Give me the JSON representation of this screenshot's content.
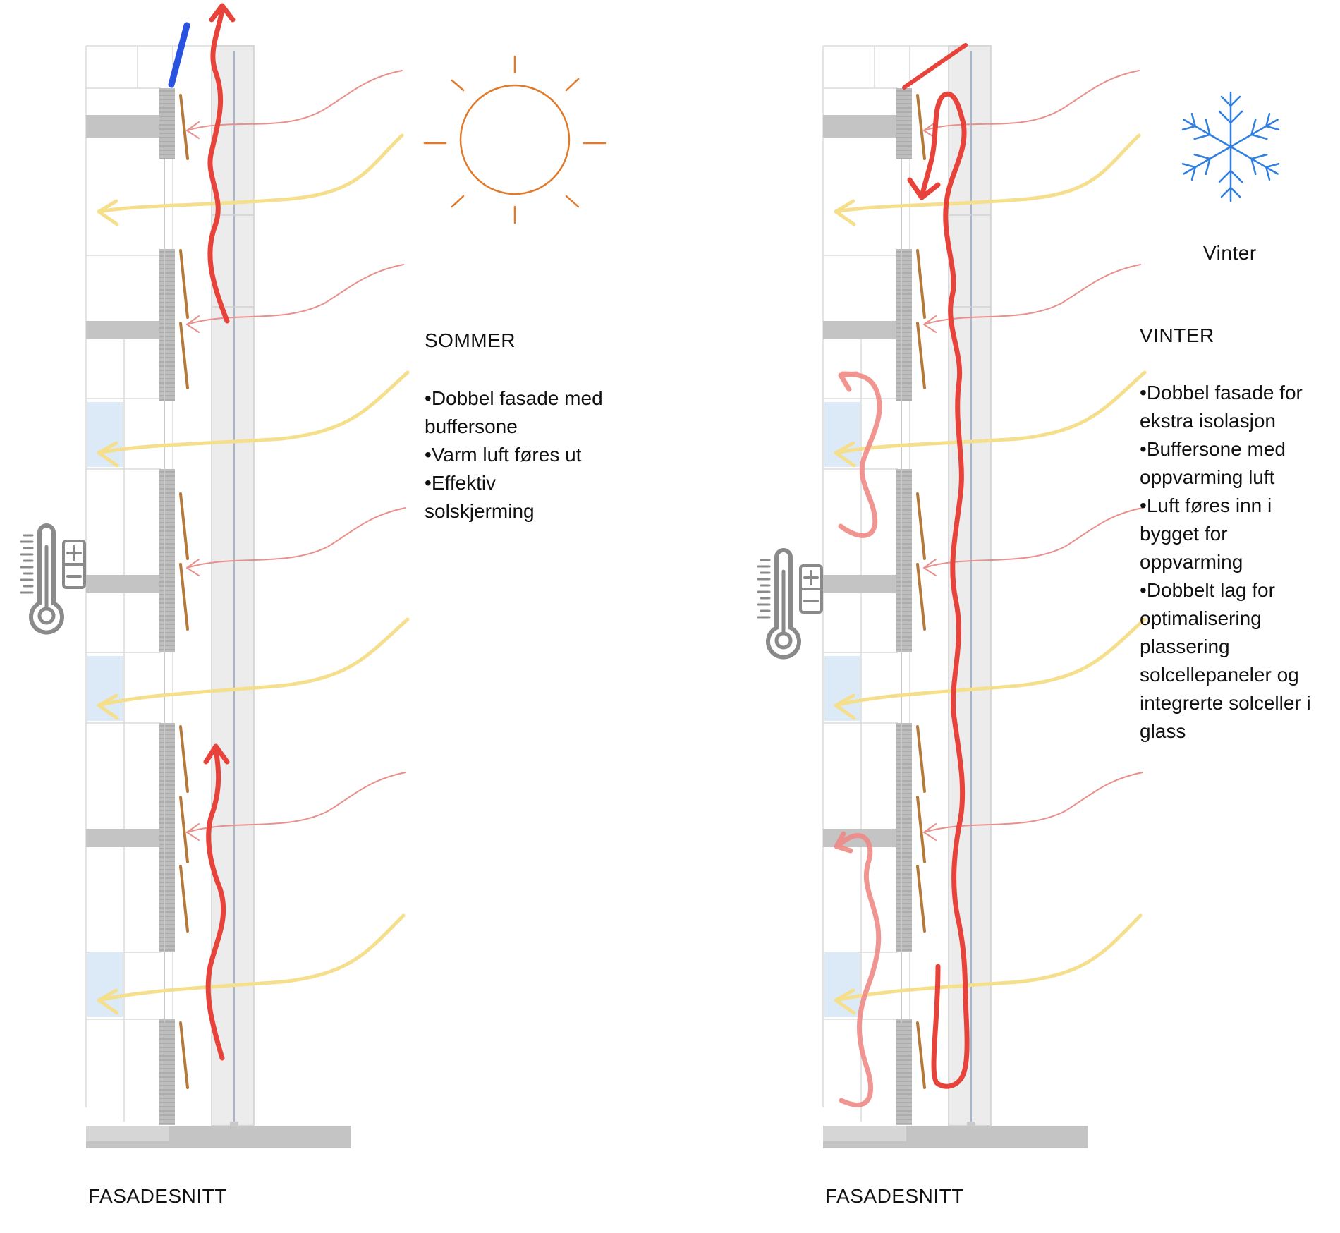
{
  "summer": {
    "heading": "SOMMER",
    "bullets": [
      "Dobbel fasade med buffersone",
      "Varm luft føres ut",
      "Effektiv solskjerming"
    ],
    "caption": "FASADESNITT"
  },
  "winter": {
    "season_label": "Vinter",
    "heading": "VINTER",
    "bullets": [
      "Dobbel fasade for ekstra isolasjon",
      "Buffersone med oppvarming luft",
      "Luft føres inn i bygget for oppvarming",
      "Dobbelt lag for optimalisering plassering solcellepaneler og integrerte solceller i glass"
    ],
    "caption": "FASADESNITT"
  },
  "icons": {
    "summer": [
      "sun-icon",
      "thermometer-icon"
    ],
    "winter": [
      "snowflake-icon",
      "thermometer-icon"
    ]
  },
  "colors": {
    "warm_air": "#e8433a",
    "cool_air": "#2952e0",
    "solar_ray": "#f5df8c",
    "heat_ray": "#e9908c",
    "sun": "#e07a2a",
    "snow": "#2f7fe0",
    "structure": "#c4c4c4",
    "panel": "#b5793a",
    "glass": "#dceaf8"
  }
}
